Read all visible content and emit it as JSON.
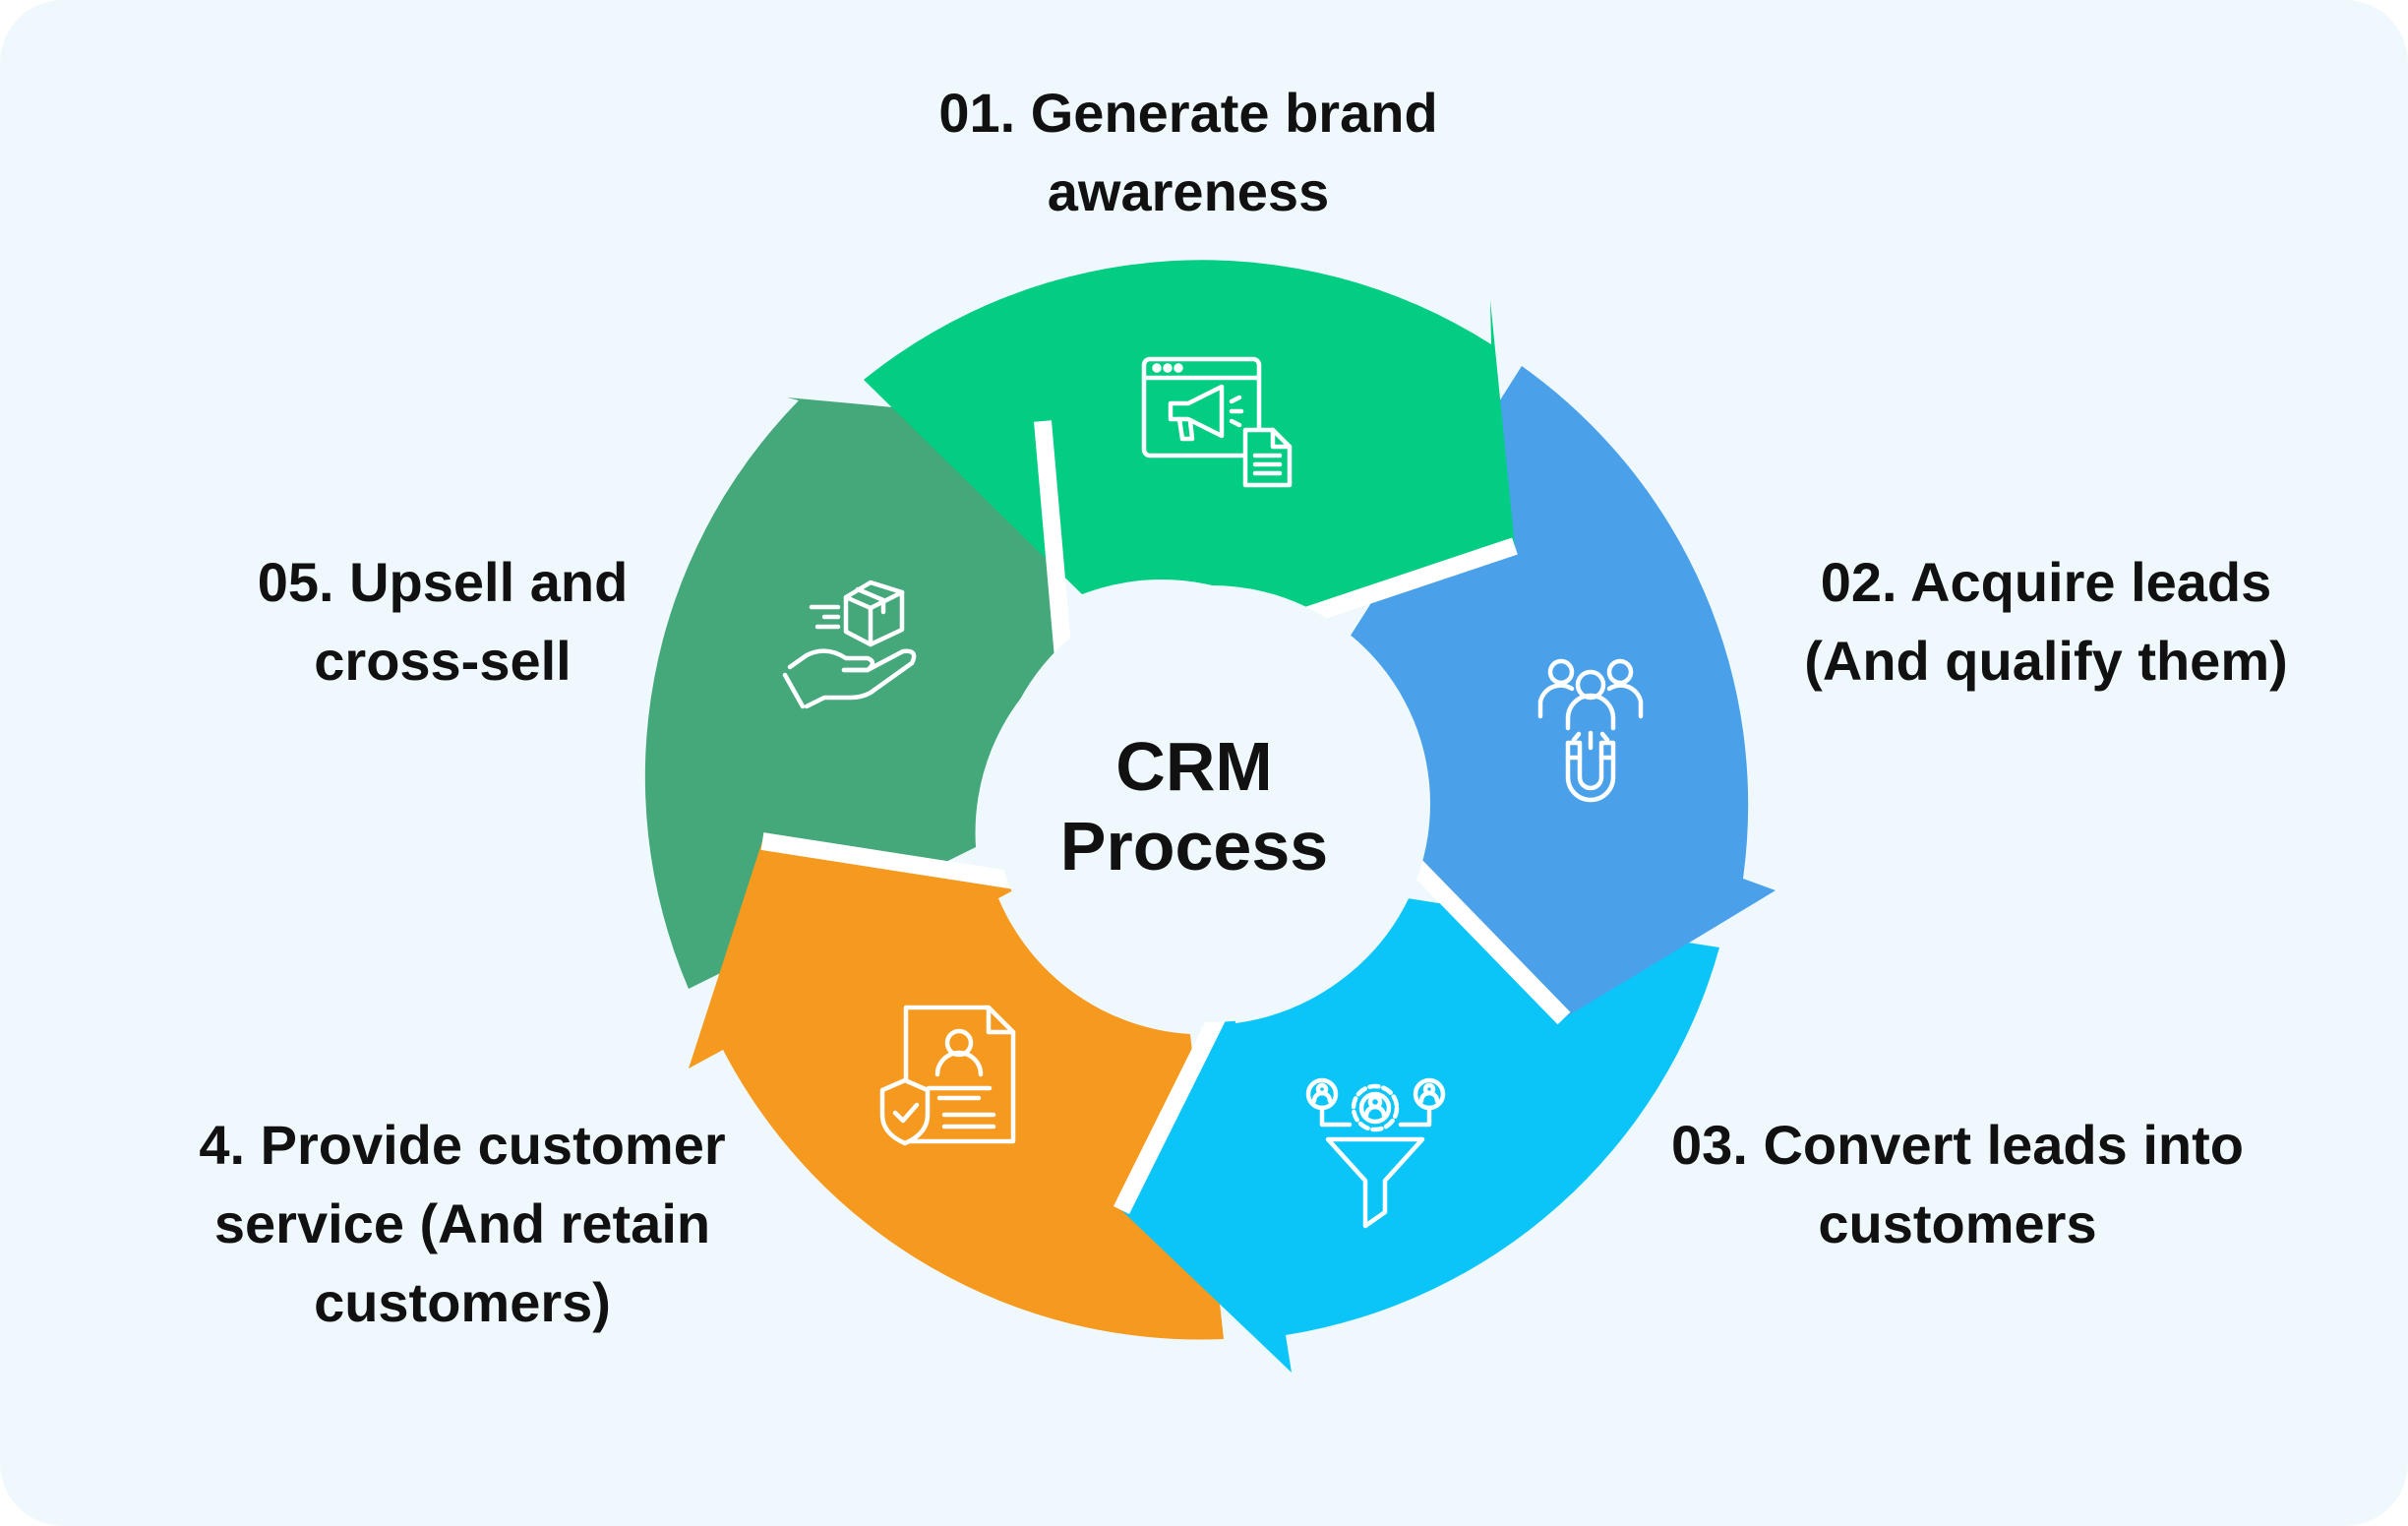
{
  "center": {
    "line1": "CRM",
    "line2": "Process"
  },
  "steps": [
    {
      "id": "step-1",
      "lines": [
        "01. Generate brand",
        "awareness"
      ],
      "color": "#03cc83",
      "icon": "browser-megaphone-icon"
    },
    {
      "id": "step-2",
      "lines": [
        "02. Acquire leads",
        "(And qualify them)"
      ],
      "color": "#4aa1ea",
      "icon": "people-magnet-icon"
    },
    {
      "id": "step-3",
      "lines": [
        "03. Convert leads into",
        "customers"
      ],
      "color": "#0bc5f9",
      "icon": "gear-funnel-icon"
    },
    {
      "id": "step-4",
      "lines": [
        "4. Provide customer",
        "service (And retain",
        "customers)"
      ],
      "color": "#f5991f",
      "icon": "document-shield-icon"
    },
    {
      "id": "step-5",
      "lines": [
        "05. Upsell and",
        "cross-sell"
      ],
      "color": "#45a87a",
      "icon": "hand-box-icon"
    }
  ],
  "colors": {
    "background": "#eff9fd",
    "text": "#111111",
    "icon": "#ffffff"
  }
}
